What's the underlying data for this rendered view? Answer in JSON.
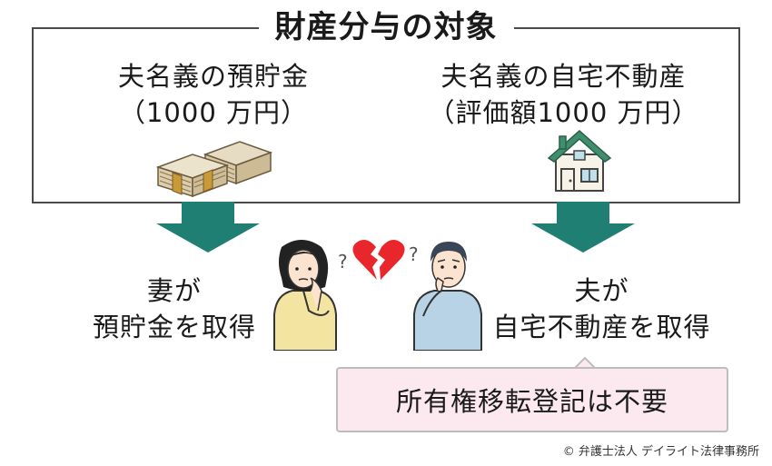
{
  "title": "財産分与の対象",
  "left": {
    "heading_line1": "夫名義の預貯金",
    "heading_line2": "（1000 万円）",
    "icon": "money-stack-icon",
    "result_line1": "妻が",
    "result_line2": "預貯金を取得"
  },
  "right": {
    "heading_line1": "夫名義の自宅不動産",
    "heading_line2": "（評価額1000 万円）",
    "icon": "house-icon",
    "result_line1": "夫が",
    "result_line2": "自宅不動産を取得"
  },
  "note": "所有権移転登記は不要",
  "credit": "© 弁護士法人 デイライト法律事務所",
  "colors": {
    "arrow": "#1f7f73",
    "note_bg": "#fbe9ef",
    "heart": "#e8262c",
    "frame": "#4a4a4a"
  }
}
